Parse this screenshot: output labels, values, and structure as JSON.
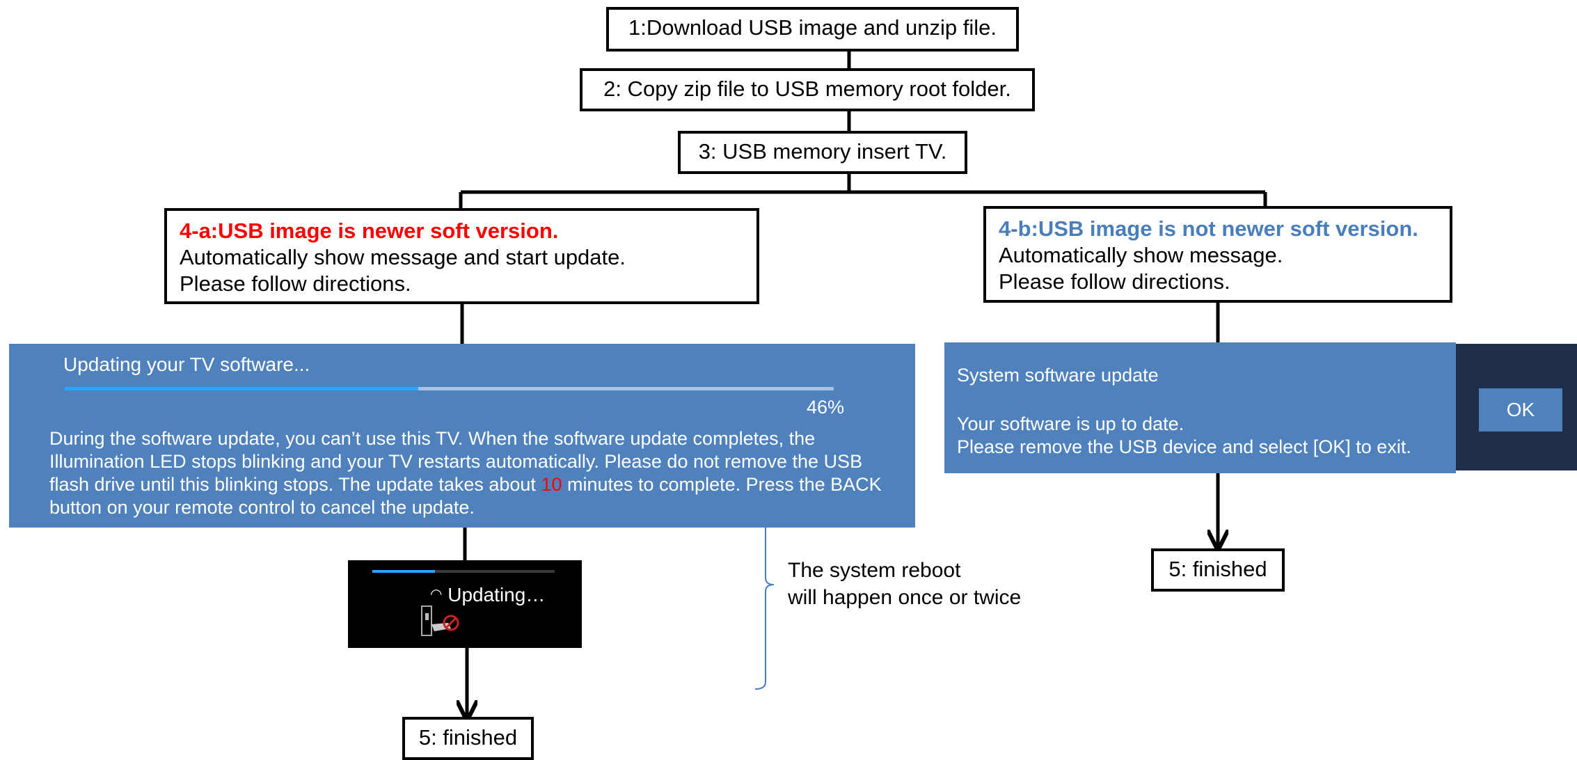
{
  "steps": {
    "s1": "1:Download USB image and unzip file.",
    "s2": "2: Copy zip file to USB memory root folder.",
    "s3": "3: USB memory insert TV."
  },
  "branch_a": {
    "title": "4-a:USB image is newer soft version.",
    "line1": "Automatically show message and start update.",
    "line2": "Please follow directions.",
    "title_color": "#ff0000"
  },
  "branch_b": {
    "title": "4-b:USB image is not newer soft version.",
    "line1": "Automatically show message.",
    "line2": "Please follow directions.",
    "title_color": "#4a7ebb"
  },
  "update_panel": {
    "title": "Updating your TV software...",
    "progress": 0.46,
    "progress_label": "46%",
    "body_pre": "During the software update, you can’t use this TV. When the software update completes, the Illumination LED stops blinking and your TV restarts automatically.  Please do not remove the USB flash drive until this blinking stops. The update takes about ",
    "body_minutes": "10",
    "body_post": " minutes to complete. Press the BACK button on your remote control to cancel the update.",
    "highlight_color": "#ff0000",
    "panel_color": "#4f81bd"
  },
  "updating_screen": {
    "label": "Updating…",
    "spinner_icon": "spinner-icon",
    "image_icon": "usb-unplug-icon"
  },
  "reboot_note": {
    "line1": "The system reboot",
    "line2": "will happen once or twice"
  },
  "system_panel": {
    "title": "System software update",
    "line1": "Your software is up to date.",
    "line2": "Please remove the USB device and select [OK] to exit.",
    "ok_label": "OK",
    "sidebar_color": "#1f2f4a"
  },
  "finished_a": "5: finished",
  "finished_b": "5: finished"
}
